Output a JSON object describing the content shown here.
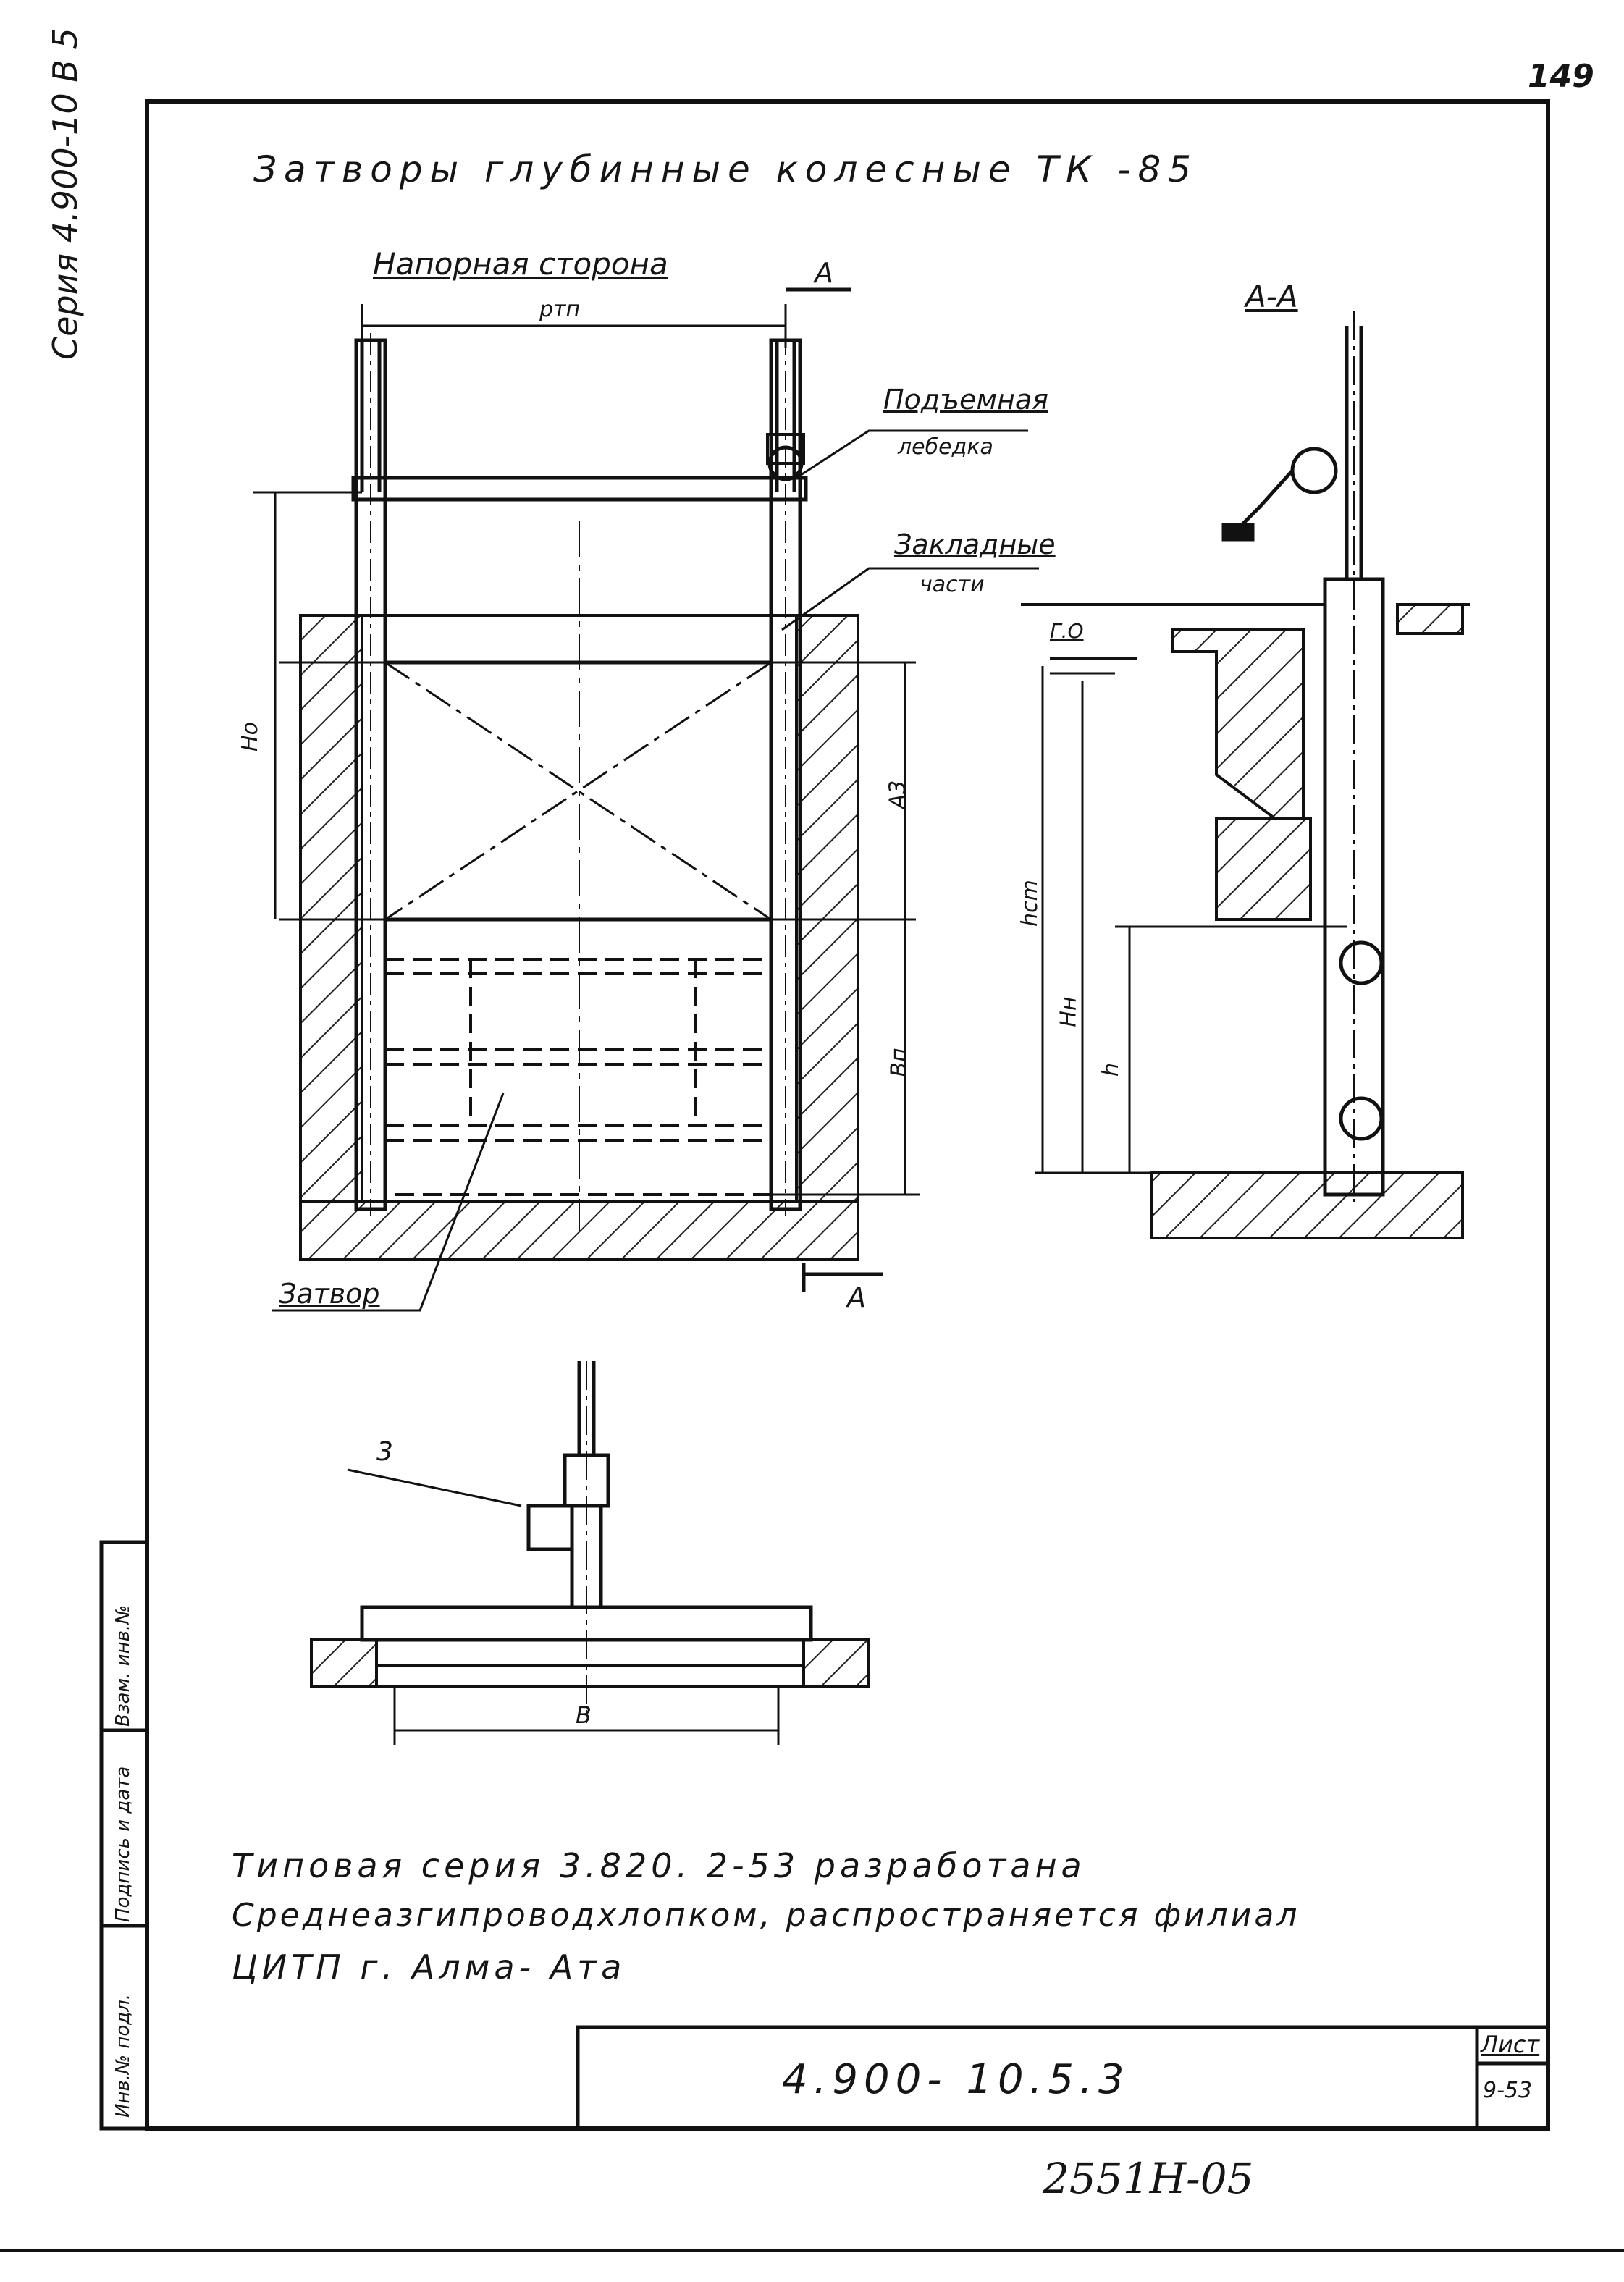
{
  "page_number": "149",
  "side_series_label": "Серия 4.900-10 В 5",
  "title": "Затворы глубинные колесные ТК -85",
  "view_upstream_label": "Напорная сторона",
  "section_label": "А-А",
  "section_marker_top": "А",
  "section_marker_bottom": "А",
  "label_span_top": "ртп",
  "label_lifting_1": "Подъемная",
  "label_lifting_2": "лебедка",
  "label_embedded_1": "Закладные",
  "label_embedded_2": "части",
  "label_gate": "Затвор",
  "label_item_3": "3",
  "label_b": "В",
  "label_ho": "Но",
  "label_a3": "А3",
  "label_bn": "Вп",
  "label_hcm": "hcm",
  "label_hn": "Нн",
  "label_h": "h",
  "label_go": "Г.О",
  "note_line_1": "Типовая серия 3.820. 2-53 разработана",
  "note_line_2": "Среднеазгипроводхлопком, распространяется филиал",
  "note_line_3": "ЦИТП г. Алма- Ата",
  "designation": "4.900- 10.5.3",
  "sheet_label": "Лист",
  "sheet_number": "9-53",
  "handwritten_number": "2551Н-05",
  "stamp_col_1": "Инв.№ подл.",
  "stamp_col_2": "Подпись и дата",
  "stamp_col_3": "Взам. инв.№"
}
